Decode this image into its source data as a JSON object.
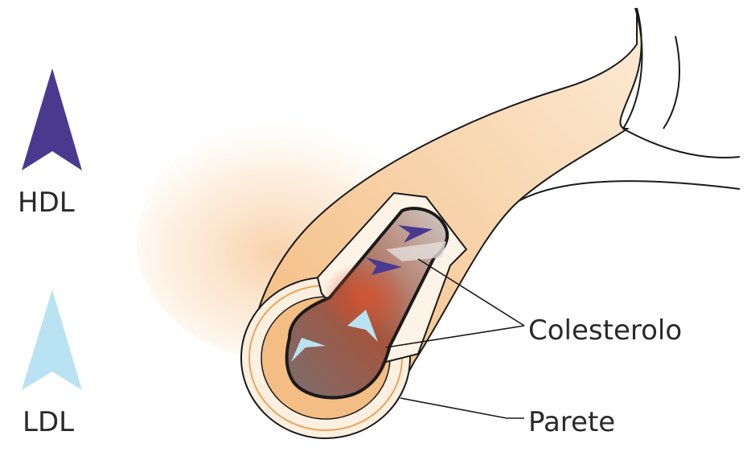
{
  "legend": {
    "hdl": {
      "label": "HDL",
      "color": "#4a3a8f"
    },
    "ldl": {
      "label": "LDL",
      "color": "#b9e2f3"
    }
  },
  "annotations": {
    "cholesterol": "Colesterolo",
    "wall": "Parete"
  },
  "colors": {
    "vessel": "#f5c592",
    "vessel_light": "#fde7cc",
    "lumen": "#8a7a78",
    "plaque_red": "#c8583a",
    "outline": "#1a1a1a"
  }
}
